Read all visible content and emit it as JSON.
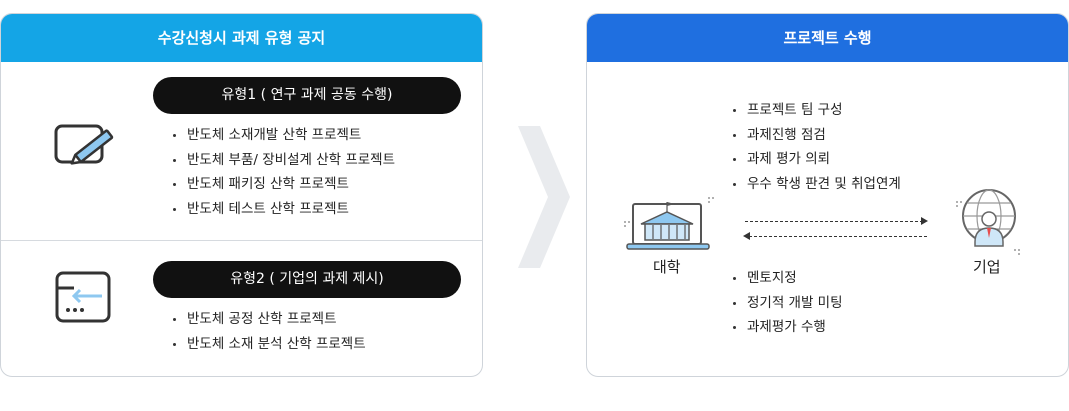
{
  "left": {
    "title": "수강신청시 과제 유형 공지",
    "type1": {
      "label": "유형1 ( 연구 과제 공동 수행)",
      "items": [
        "반도체 소재개발 산학 프로젝트",
        "반도체 부품/ 장비설계 산학 프로젝트",
        "반도체 패키징 산학 프로젝트",
        "반도체 테스트 산학 프로젝트"
      ]
    },
    "type2": {
      "label": "유형2 ( 기업의 과제 제시)",
      "items": [
        "반도체  공정 산학 프로젝트",
        "반도체 소재 분석 산학 프로젝트"
      ]
    }
  },
  "right": {
    "title": "프로젝트 수행",
    "top_items": [
      "프로젝트 팀 구성",
      "과제진행 점검",
      "과제 평가 의뢰",
      "우수 학생 판견 및 취업연계"
    ],
    "bottom_items": [
      "멘토지정",
      "정기적 개발 미팅",
      "과제평가 수행"
    ],
    "university_label": "대학",
    "company_label": "기업"
  },
  "colors": {
    "left_header": "#14a5e6",
    "right_header": "#1f6fe0",
    "pill": "#111111",
    "arrow": "#e9ebee"
  },
  "icons": [
    "pen-on-card-icon",
    "card-arrow-icon",
    "university-laptop-icon",
    "company-globe-person-icon"
  ]
}
